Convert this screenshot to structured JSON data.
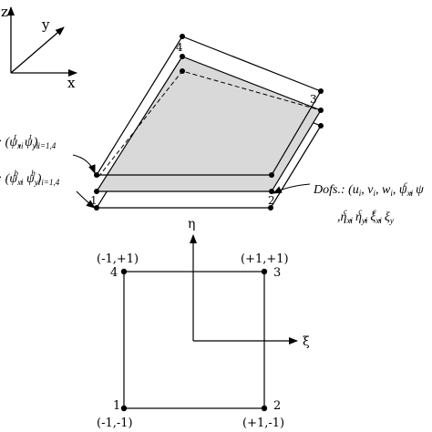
{
  "axes3d": {
    "z": "z",
    "y": "y",
    "x": "x"
  },
  "element3d": {
    "node_top_left": "4",
    "node_top_right": "3",
    "node_bottom_left": "1",
    "node_bottom_right": "2"
  },
  "dof_labels": {
    "top_prefix": ".: (ψ",
    "top_sup": "t",
    "top_sub_x": "xi",
    "top_mid": ", ψ",
    "top_sub_y": "yi",
    "top_suffix": ")",
    "top_range": "i=1,4",
    "bottom_prefix": ".: (ψ",
    "bottom_sup": "b",
    "bottom_sub_x": "xi",
    "bottom_mid": ", ψ",
    "bottom_sub_y": "yi",
    "bottom_suffix": ")",
    "bottom_range": "i=1,4",
    "main_line1": "Dofs.: (u",
    "main_line1_rest": ", v",
    "main_line1_w": ", w",
    "main_line1_psi": ", ψ",
    "main_line1_sub_i": "i",
    "main_line1_sup_c": "c",
    "main_line1_sub_xi": "xi",
    "main_line2_eta": ",η",
    "main_line2_eta2": ", η",
    "main_line2_xi": ", ξ",
    "main_line2_xi2": ", ξ",
    "main_line2_sub_xi": "xi",
    "main_line2_sub_yi": "yi",
    "main_line2_sub_y": "y"
  },
  "element2d": {
    "axis_eta": "η",
    "axis_xi": "ξ",
    "node4": "4",
    "node3": "3",
    "node1": "1",
    "node2": "2",
    "coord4": "(-1,+1)",
    "coord3": "(+1,+1)",
    "coord1": "(-1,-1)",
    "coord2": "(+1,-1)"
  },
  "colors": {
    "shaded_face": "#d9d9d9",
    "line": "#000000"
  }
}
